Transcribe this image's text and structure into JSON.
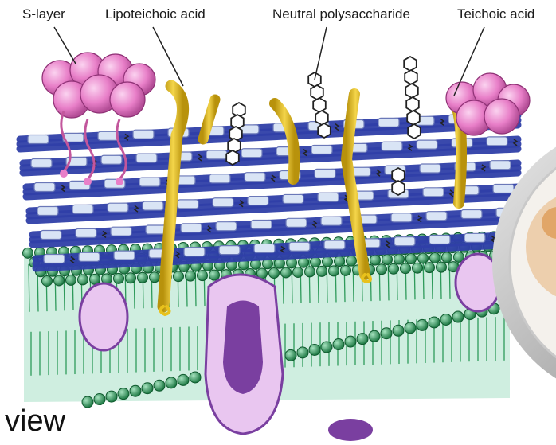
{
  "labels": {
    "s_layer": "S-layer",
    "lipoteichoic_acid": "Lipoteichoic acid",
    "neutral_polysaccharide": "Neutral polysaccharide",
    "teichoic_acid": "Teichoic acid"
  },
  "caption": "view",
  "colors": {
    "peptidoglycan": "#2f3fa8",
    "glycan_unit": "#d9e4f5",
    "teichoic": "#e8c11c",
    "s_layer": "#e87fc8",
    "membrane_head": "#2e9a5a",
    "membrane_tail": "#cfeee0",
    "protein": "#7a3fa0"
  }
}
